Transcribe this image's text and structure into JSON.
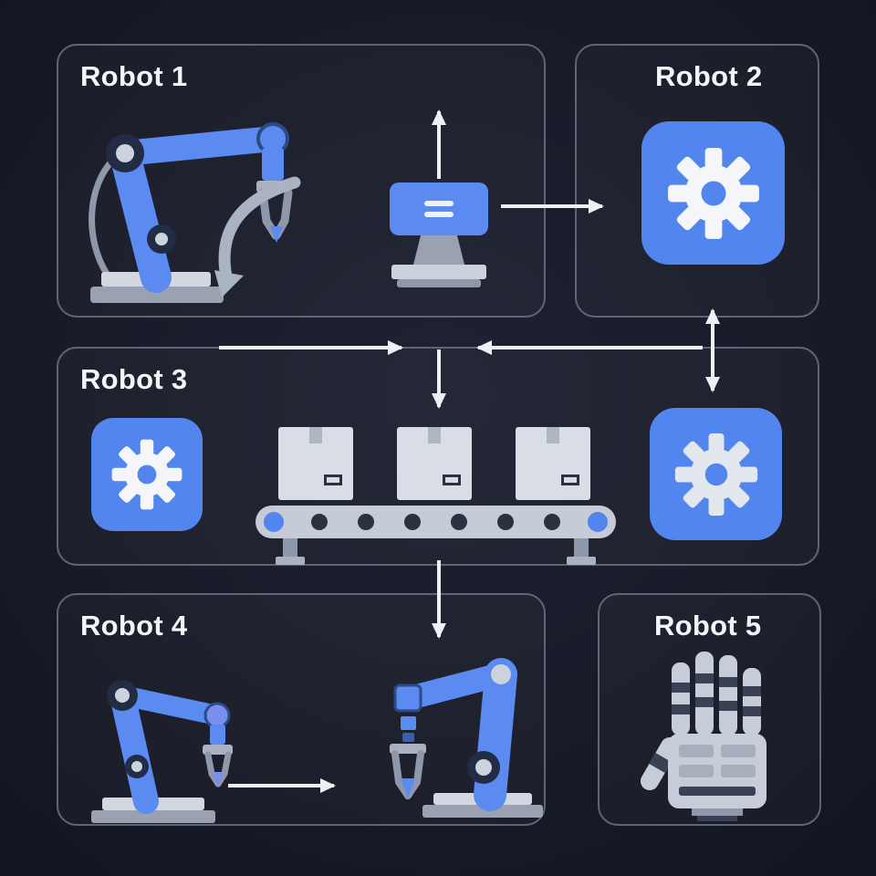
{
  "diagram": {
    "type": "robot-system-diagram",
    "colors": {
      "background": "#181b28",
      "panel_border": "#5e6579",
      "accent_blue": "#5286ee",
      "arm_blue": "#5b8af0",
      "light_gray": "#c7cdd8",
      "dark_joint": "#222c45",
      "arrow": "#edf0f5"
    },
    "panels": [
      {
        "id": "robot-1",
        "label": "Robot 1"
      },
      {
        "id": "robot-2",
        "label": "Robot 2"
      },
      {
        "id": "robot-3",
        "label": "Robot 3"
      },
      {
        "id": "robot-4",
        "label": "Robot 4"
      },
      {
        "id": "robot-5",
        "label": "Robot 5"
      }
    ],
    "icons": [
      "robot-arm-icon",
      "rotation-arrow-icon",
      "control-terminal-icon",
      "gear-icon",
      "conveyor-belt-icon",
      "package-box-icon",
      "robot-hand-icon"
    ],
    "connections": [
      "terminal-up",
      "terminal-to-robot2",
      "boundary-right",
      "boundary-left",
      "robot2-robot3-bidirectional",
      "down-to-conveyor",
      "robot3-to-robot4",
      "robot4-internal-right"
    ]
  }
}
